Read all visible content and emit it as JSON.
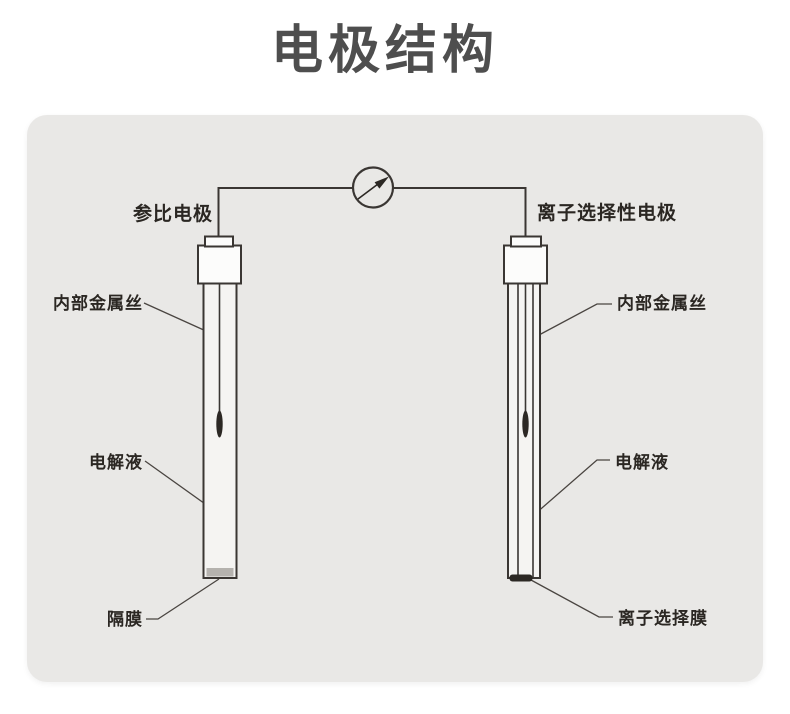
{
  "title": "电极结构",
  "diagram": {
    "meter_icon": "galvanometer",
    "left_electrode": {
      "title": "参比电极",
      "internal_wire_label": "内部金属丝",
      "electrolyte_label": "电解液",
      "membrane_label": "隔膜"
    },
    "right_electrode": {
      "title": "离子选择性电极",
      "internal_wire_label": "内部金属丝",
      "electrolyte_label": "电解液",
      "membrane_label": "离子选择膜"
    }
  },
  "colors": {
    "panel_background": "#e9e8e6",
    "line": "#3a3633",
    "label_text": "#2b2723",
    "title_text": "#4e4e4e",
    "diaphragm_gray": "#b5b2ae",
    "membrane_dark": "#2c2824",
    "cap_fill": "#fcfcfb",
    "tube_fill": "#f5f4f2"
  }
}
